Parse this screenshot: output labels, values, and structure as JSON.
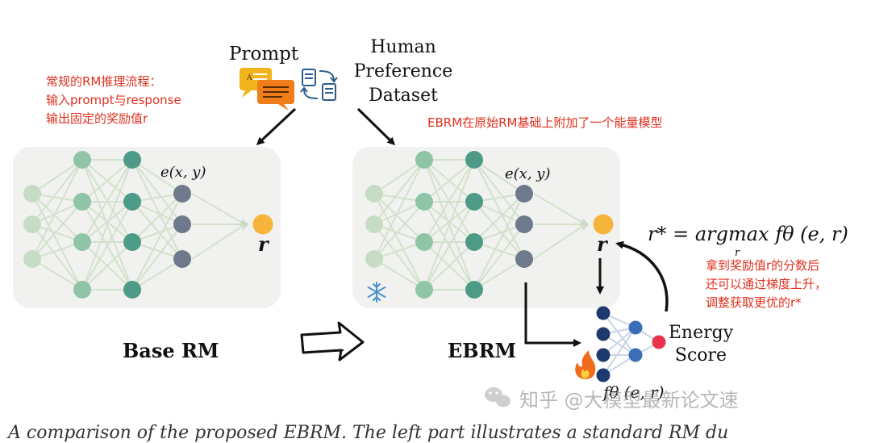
{
  "inputs": {
    "prompt_label": "Prompt",
    "dataset_label_lines": [
      "Human",
      "Preference",
      "Dataset"
    ]
  },
  "annotations": {
    "base_rm_lines": [
      "常规的RM推理流程：",
      "输入prompt与response",
      "输出固定的奖励值r"
    ],
    "ebrm_note": "EBRM在原始RM基础上附加了一个能量模型",
    "gradient_lines": [
      "拿到奖励值r的分数后",
      "还可以通过梯度上升，",
      "调整获取更优的r*"
    ]
  },
  "base_rm": {
    "title": "Base RM",
    "embedding_label": "e(x, y)",
    "output_label": "r"
  },
  "ebrm": {
    "title": "EBRM",
    "embedding_label": "e(x, y)",
    "output_label": "r",
    "energy_label_lines": [
      "Energy",
      "Score"
    ],
    "energy_fn_label": "fθ (e, r)",
    "objective": "r* = argmax fθ (e, r)",
    "objective_subscript": "r"
  },
  "watermark": "知乎 @大模型最新论文速",
  "caption_fragment": "A comparison of the proposed EBRM. The left part illustrates a standard RM du",
  "icons": [
    "chat-bubbles-icon",
    "dataset-exchange-icon",
    "snowflake-icon",
    "flame-icon",
    "wechat-icon",
    "hollow-right-arrow-icon"
  ],
  "colors": {
    "annotation_red": "#e0301e",
    "panel_bg": "#f1f2ef",
    "node_light": "#c7dcc4",
    "node_mid": "#8fc4a6",
    "node_teal": "#4d9a86",
    "node_slate": "#6e7a8b",
    "node_output": "#f6b53a",
    "node_navy": "#1d3a6e",
    "node_blue": "#3a6fb8",
    "node_red": "#e8334a"
  }
}
